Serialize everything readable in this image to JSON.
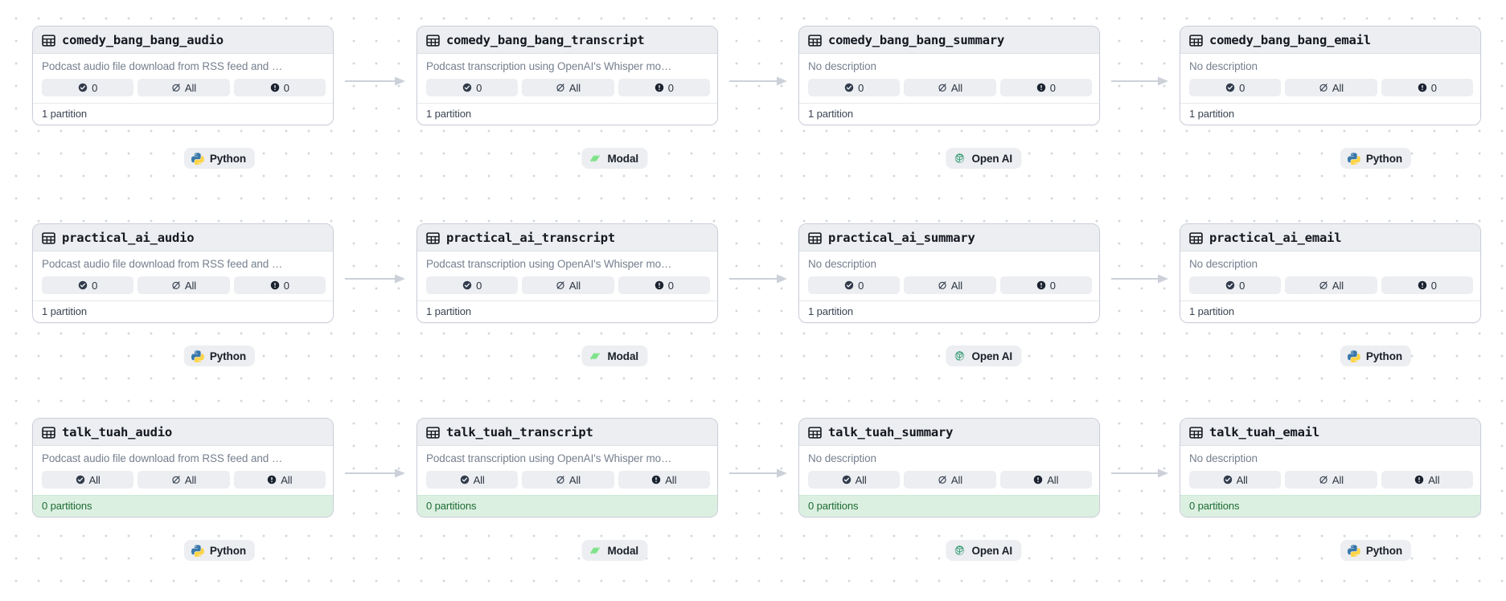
{
  "graph": {
    "badge_icons": [
      "check-circle-icon",
      "slash-circle-icon",
      "exclamation-circle-icon"
    ],
    "descriptions": {
      "audio": "Podcast audio file download from RSS feed and …",
      "transcript": "Podcast transcription using OpenAI's Whisper mo…",
      "none": "No description"
    },
    "footer": {
      "one_partition": "1 partition",
      "zero_partitions": "0 partitions"
    },
    "colors": {
      "card_border": "#c9ced8",
      "header_bg": "#eceef1",
      "badge_bg": "#eceef1",
      "empty_footer_bg": "#dcf0e1",
      "empty_footer_text": "#1d6b34",
      "arrow": "#ccd1d9",
      "dot_grid": "#d3d7de",
      "python_blue": "#3a78ab",
      "python_yellow": "#ffd444",
      "modal_green": "#7ee787",
      "openai_green": "#3f9e79"
    },
    "rows": [
      {
        "id": "comedy-bang-bang",
        "nodes": [
          {
            "title": "comedy_bang_bang_audio",
            "description_key": "audio",
            "badges": [
              {
                "icon": "check-circle-icon",
                "label": "0"
              },
              {
                "icon": "slash-circle-icon",
                "label": "All"
              },
              {
                "icon": "exclamation-circle-icon",
                "label": "0"
              }
            ],
            "footer": "1 partition",
            "empty": false,
            "engine": {
              "label": "Python",
              "icon": "python-logo-icon"
            }
          },
          {
            "title": "comedy_bang_bang_transcript",
            "description_key": "transcript",
            "badges": [
              {
                "icon": "check-circle-icon",
                "label": "0"
              },
              {
                "icon": "slash-circle-icon",
                "label": "All"
              },
              {
                "icon": "exclamation-circle-icon",
                "label": "0"
              }
            ],
            "footer": "1 partition",
            "empty": false,
            "engine": {
              "label": "Modal",
              "icon": "modal-logo-icon"
            }
          },
          {
            "title": "comedy_bang_bang_summary",
            "description_key": "none",
            "badges": [
              {
                "icon": "check-circle-icon",
                "label": "0"
              },
              {
                "icon": "slash-circle-icon",
                "label": "All"
              },
              {
                "icon": "exclamation-circle-icon",
                "label": "0"
              }
            ],
            "footer": "1 partition",
            "empty": false,
            "engine": {
              "label": "Open AI",
              "icon": "openai-logo-icon"
            }
          },
          {
            "title": "comedy_bang_bang_email",
            "description_key": "none",
            "badges": [
              {
                "icon": "check-circle-icon",
                "label": "0"
              },
              {
                "icon": "slash-circle-icon",
                "label": "All"
              },
              {
                "icon": "exclamation-circle-icon",
                "label": "0"
              }
            ],
            "footer": "1 partition",
            "empty": false,
            "engine": {
              "label": "Python",
              "icon": "python-logo-icon"
            }
          }
        ]
      },
      {
        "id": "practical-ai",
        "nodes": [
          {
            "title": "practical_ai_audio",
            "description_key": "audio",
            "badges": [
              {
                "icon": "check-circle-icon",
                "label": "0"
              },
              {
                "icon": "slash-circle-icon",
                "label": "All"
              },
              {
                "icon": "exclamation-circle-icon",
                "label": "0"
              }
            ],
            "footer": "1 partition",
            "empty": false,
            "engine": {
              "label": "Python",
              "icon": "python-logo-icon"
            }
          },
          {
            "title": "practical_ai_transcript",
            "description_key": "transcript",
            "badges": [
              {
                "icon": "check-circle-icon",
                "label": "0"
              },
              {
                "icon": "slash-circle-icon",
                "label": "All"
              },
              {
                "icon": "exclamation-circle-icon",
                "label": "0"
              }
            ],
            "footer": "1 partition",
            "empty": false,
            "engine": {
              "label": "Modal",
              "icon": "modal-logo-icon"
            }
          },
          {
            "title": "practical_ai_summary",
            "description_key": "none",
            "badges": [
              {
                "icon": "check-circle-icon",
                "label": "0"
              },
              {
                "icon": "slash-circle-icon",
                "label": "All"
              },
              {
                "icon": "exclamation-circle-icon",
                "label": "0"
              }
            ],
            "footer": "1 partition",
            "empty": false,
            "engine": {
              "label": "Open AI",
              "icon": "openai-logo-icon"
            }
          },
          {
            "title": "practical_ai_email",
            "description_key": "none",
            "badges": [
              {
                "icon": "check-circle-icon",
                "label": "0"
              },
              {
                "icon": "slash-circle-icon",
                "label": "All"
              },
              {
                "icon": "exclamation-circle-icon",
                "label": "0"
              }
            ],
            "footer": "1 partition",
            "empty": false,
            "engine": {
              "label": "Python",
              "icon": "python-logo-icon"
            }
          }
        ]
      },
      {
        "id": "talk-tuah",
        "nodes": [
          {
            "title": "talk_tuah_audio",
            "description_key": "audio",
            "badges": [
              {
                "icon": "check-circle-icon",
                "label": "All"
              },
              {
                "icon": "slash-circle-icon",
                "label": "All"
              },
              {
                "icon": "exclamation-circle-icon",
                "label": "All"
              }
            ],
            "footer": "0 partitions",
            "empty": true,
            "engine": {
              "label": "Python",
              "icon": "python-logo-icon"
            }
          },
          {
            "title": "talk_tuah_transcript",
            "description_key": "transcript",
            "badges": [
              {
                "icon": "check-circle-icon",
                "label": "All"
              },
              {
                "icon": "slash-circle-icon",
                "label": "All"
              },
              {
                "icon": "exclamation-circle-icon",
                "label": "All"
              }
            ],
            "footer": "0 partitions",
            "empty": true,
            "engine": {
              "label": "Modal",
              "icon": "modal-logo-icon"
            }
          },
          {
            "title": "talk_tuah_summary",
            "description_key": "none",
            "badges": [
              {
                "icon": "check-circle-icon",
                "label": "All"
              },
              {
                "icon": "slash-circle-icon",
                "label": "All"
              },
              {
                "icon": "exclamation-circle-icon",
                "label": "All"
              }
            ],
            "footer": "0 partitions",
            "empty": true,
            "engine": {
              "label": "Open AI",
              "icon": "openai-logo-icon"
            }
          },
          {
            "title": "talk_tuah_email",
            "description_key": "none",
            "badges": [
              {
                "icon": "check-circle-icon",
                "label": "All"
              },
              {
                "icon": "slash-circle-icon",
                "label": "All"
              },
              {
                "icon": "exclamation-circle-icon",
                "label": "All"
              }
            ],
            "footer": "0 partitions",
            "empty": true,
            "engine": {
              "label": "Python",
              "icon": "python-logo-icon"
            }
          }
        ]
      }
    ]
  }
}
